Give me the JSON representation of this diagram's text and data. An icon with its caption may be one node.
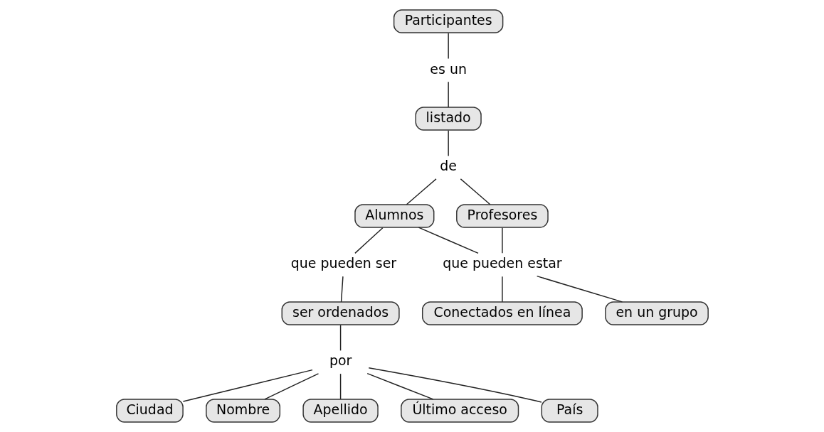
{
  "diagram": {
    "nodes": [
      {
        "text": [
          "Participantes"
        ]
      },
      {
        "text": [
          "es un"
        ]
      },
      {
        "text": [
          "listado"
        ]
      },
      {
        "text": [
          "de"
        ]
      },
      {
        "text": [
          "Alumnos"
        ]
      },
      {
        "text": [
          "Profesores"
        ]
      },
      {
        "text": [
          "que pueden ser"
        ]
      },
      {
        "text": [
          "que pueden estar"
        ]
      },
      {
        "text": [
          "ser ordenados"
        ]
      },
      {
        "text": [
          "Conectados en línea"
        ]
      },
      {
        "text": [
          "en un grupo"
        ]
      },
      {
        "text": [
          "por"
        ]
      },
      {
        "text": [
          "Ciudad"
        ]
      },
      {
        "text": [
          "Nombre"
        ]
      },
      {
        "text": [
          "Apellido"
        ]
      },
      {
        "text": [
          "Último acceso"
        ]
      },
      {
        "text": [
          "País"
        ]
      }
    ],
    "edges": [
      {
        "from": 0,
        "to": 1,
        "arrow": "none"
      },
      {
        "from": 1,
        "to": 2,
        "arrow": "none"
      },
      {
        "from": 2,
        "to": 3,
        "arrow": "none"
      },
      {
        "from": 3,
        "to": 4,
        "arrow": "none"
      },
      {
        "from": 3,
        "to": 5,
        "arrow": "none"
      },
      {
        "from": 4,
        "to": 6,
        "arrow": "none"
      },
      {
        "from": 6,
        "to": 8,
        "arrow": "none"
      },
      {
        "from": 4,
        "to": 7,
        "arrow": "none"
      },
      {
        "from": 5,
        "to": 7,
        "arrow": "none"
      },
      {
        "from": 7,
        "to": 9,
        "arrow": "none"
      },
      {
        "from": 7,
        "to": 10,
        "arrow": "none"
      },
      {
        "from": 8,
        "to": 11,
        "arrow": "none"
      },
      {
        "from": 11,
        "to": 12,
        "arrow": "none"
      },
      {
        "from": 11,
        "to": 13,
        "arrow": "none"
      },
      {
        "from": 11,
        "to": 14,
        "arrow": "none"
      },
      {
        "from": 11,
        "to": 15,
        "arrow": "none"
      },
      {
        "from": 11,
        "to": 16,
        "arrow": "none"
      }
    ]
  }
}
